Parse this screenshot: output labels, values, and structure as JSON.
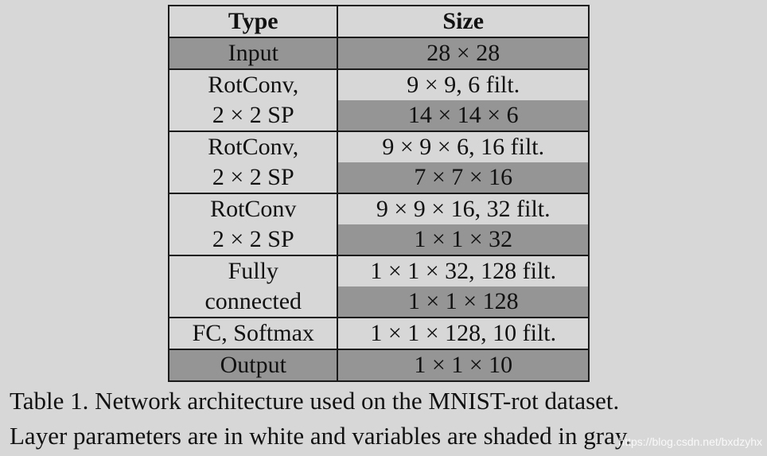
{
  "table": {
    "headers": {
      "type": "Type",
      "size": "Size"
    },
    "rows": [
      {
        "type": "Input",
        "size": "28 × 28",
        "type_shaded": true,
        "size_shaded": true
      },
      {
        "type": "RotConv,",
        "size": "9 × 9, 6 filt.",
        "type_shaded": false,
        "size_shaded": false
      },
      {
        "type": "2 × 2 SP",
        "size": "14 × 14 × 6",
        "type_shaded": false,
        "size_shaded": true
      },
      {
        "type": "RotConv,",
        "size": "9 × 9 × 6, 16 filt.",
        "type_shaded": false,
        "size_shaded": false
      },
      {
        "type": "2 × 2 SP",
        "size": "7 × 7 × 16",
        "type_shaded": false,
        "size_shaded": true
      },
      {
        "type": "RotConv",
        "size": "9 × 9 × 16, 32 filt.",
        "type_shaded": false,
        "size_shaded": false
      },
      {
        "type": "2 × 2 SP",
        "size": "1 × 1 × 32",
        "type_shaded": false,
        "size_shaded": true
      },
      {
        "type": "Fully",
        "size": "1 × 1 × 32, 128 filt.",
        "type_shaded": false,
        "size_shaded": false
      },
      {
        "type": "connected",
        "size": "1 × 1 × 128",
        "type_shaded": false,
        "size_shaded": true
      },
      {
        "type": "FC, Softmax",
        "size": "1 × 1 × 128, 10 filt.",
        "type_shaded": false,
        "size_shaded": false
      },
      {
        "type": "Output",
        "size": "1 × 1 × 10",
        "type_shaded": true,
        "size_shaded": true
      }
    ]
  },
  "caption": {
    "line1": "Table 1. Network architecture used on the MNIST-rot dataset.",
    "line2": "Layer parameters are in white and variables are shaded in gray."
  },
  "watermark": "https://blog.csdn.net/bxdzyhx",
  "colors": {
    "shade": "#959595",
    "background": "#d7d7d7",
    "border": "#1a1a1a"
  }
}
